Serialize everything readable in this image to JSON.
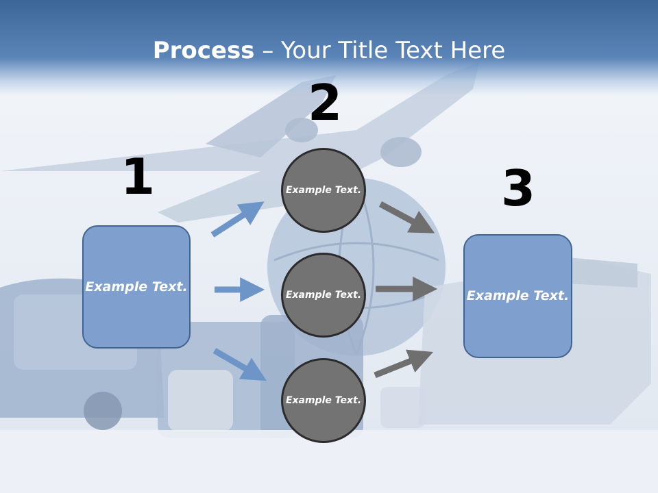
{
  "title": {
    "bold": "Process",
    "rest": " – Your Title Text Here"
  },
  "steps": {
    "one": {
      "number": "1",
      "text": "Example Text."
    },
    "two": {
      "number": "2"
    },
    "three": {
      "number": "3",
      "text": "Example Text."
    }
  },
  "circles": [
    {
      "text": "Example Text."
    },
    {
      "text": "Example Text."
    },
    {
      "text": "Example Text."
    }
  ],
  "colors": {
    "banner": "#4a76ab",
    "box": "#7fa0cf",
    "circle": "#737373",
    "blue_arrow": "#6e95c8",
    "gray_arrow": "#6f6f6f"
  }
}
